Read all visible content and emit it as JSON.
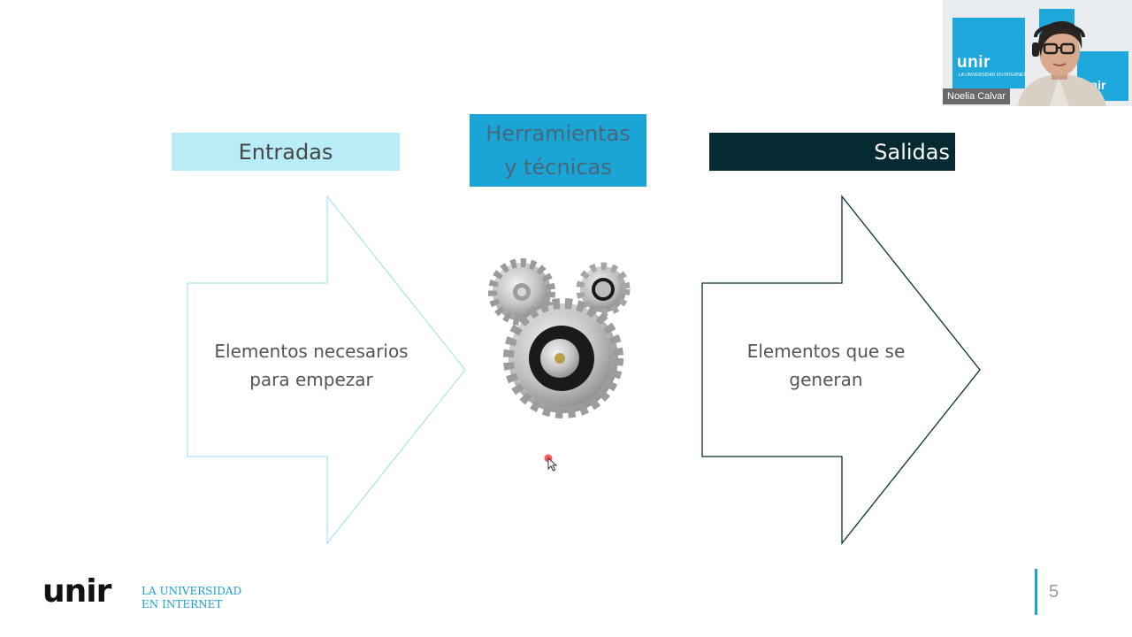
{
  "slide": {
    "headers": {
      "entradas": "Entradas",
      "herramientas_line1": "Herramientas",
      "herramientas_line2": "y técnicas",
      "salidas": "Salidas"
    },
    "input_arrow": {
      "line1": "Elementos necesarios",
      "line2": "para empezar"
    },
    "output_arrow": {
      "line1": "Elementos que se",
      "line2": "generan"
    },
    "page_number": "5",
    "colors": {
      "entradas_bg": "#b8ecf7",
      "herramientas_bg": "#1aa5d6",
      "salidas_bg": "#062a31",
      "input_arrow_stroke": "#aee6f2",
      "output_arrow_stroke": "#0b2f36"
    }
  },
  "footer": {
    "logo_word": "unir",
    "tagline_line1": "LA UNIVERSIDAD",
    "tagline_line2": "EN INTERNET"
  },
  "webcam": {
    "participant_name": "Noelia Calvar",
    "background_logo_large": "unir",
    "background_logo_large_sub": "LA UNIVERSIDAD EN INTERNET",
    "background_logo_small": "unir"
  }
}
